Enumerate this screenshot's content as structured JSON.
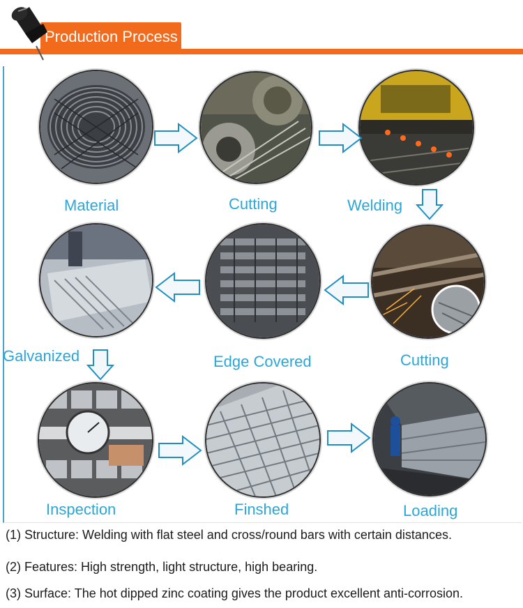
{
  "header": {
    "title": "Production Process"
  },
  "steps": [
    {
      "label": "Material"
    },
    {
      "label": "Cutting"
    },
    {
      "label": "Welding"
    },
    {
      "label": "Cutting"
    },
    {
      "label": "Edge Covered"
    },
    {
      "label": "Galvanized"
    },
    {
      "label": "Inspection"
    },
    {
      "label": "Finshed"
    },
    {
      "label": "Loading"
    }
  ],
  "descriptions": [
    "(1) Structure: Welding with flat steel and cross/round bars with certain distances.",
    "(2) Features: High strength, light structure, high bearing.",
    "(3) Surface: The hot dipped zinc coating gives the product excellent anti-corrosion."
  ],
  "colors": {
    "accent": "#f26a1b",
    "label": "#2aa7d6",
    "arrow_fill": "#f2f8fb",
    "arrow_stroke": "#1f8fc0"
  }
}
